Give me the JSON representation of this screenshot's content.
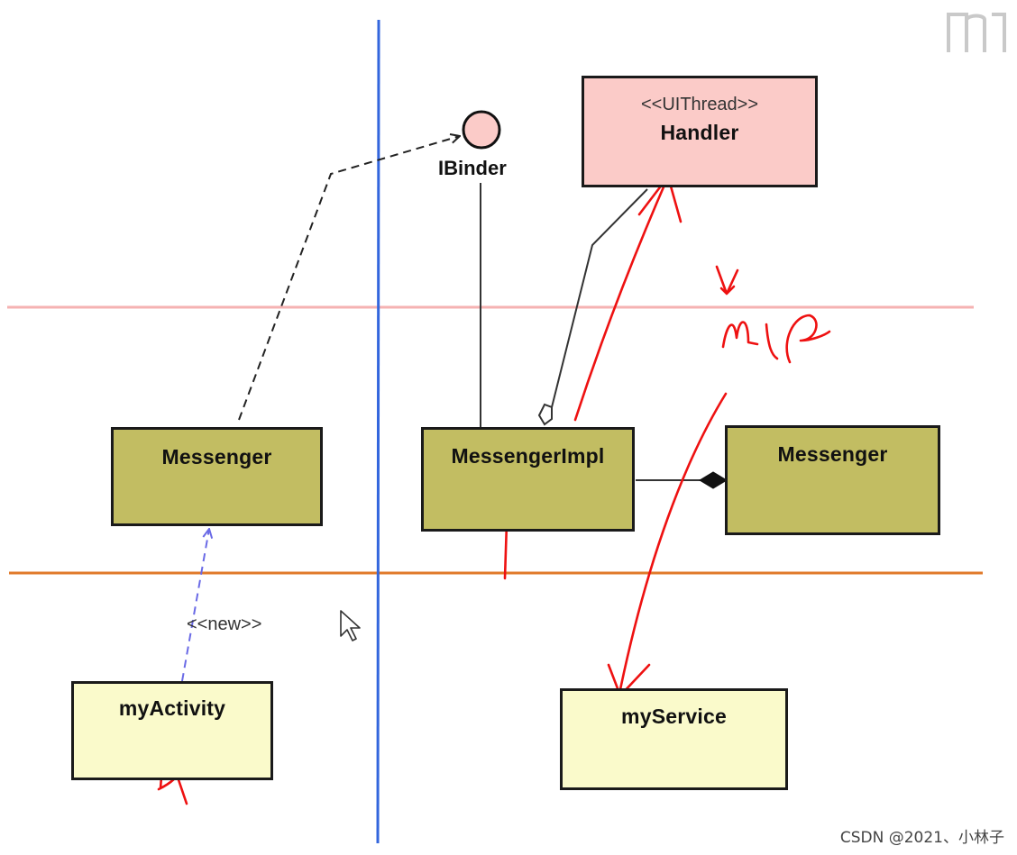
{
  "diagram": {
    "interface": {
      "name": "IBinder"
    },
    "classes": {
      "handler": {
        "stereotype": "<<UIThread>>",
        "name": "Handler"
      },
      "messenger_left": {
        "name": "Messenger"
      },
      "messenger_impl": {
        "name": "MessengerImpl"
      },
      "messenger_right": {
        "name": "Messenger"
      },
      "my_activity": {
        "name": "myActivity"
      },
      "my_service": {
        "name": "myService"
      }
    },
    "relation_labels": {
      "new": "<<new>>"
    }
  },
  "watermark": {
    "text": "CSDN @2021、小林子"
  },
  "colors": {
    "olive_fill": "#c2bd62",
    "pale_fill": "#fafacb",
    "pink_fill": "#fbcbc8",
    "blue_divider": "#3366dd",
    "pink_divider": "#f5b2b2",
    "orange_divider": "#e07a2a",
    "annotation_red": "#ee1111"
  }
}
